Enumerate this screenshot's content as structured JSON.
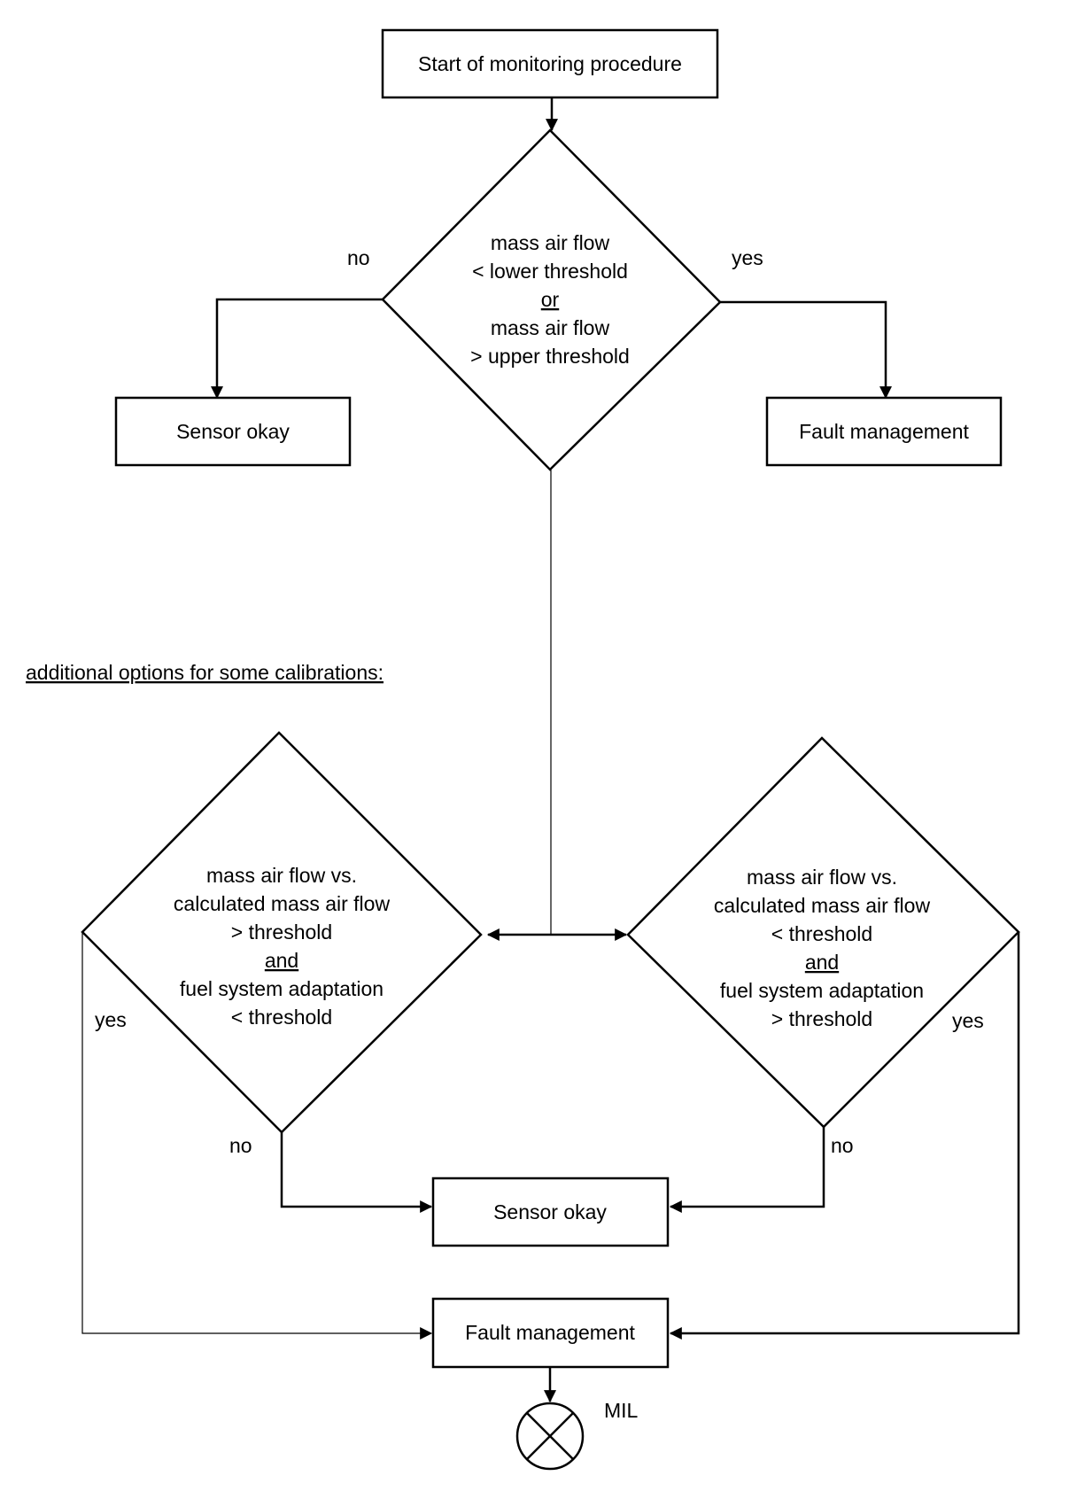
{
  "start": "Start of monitoring procedure",
  "decision_top": {
    "lines": [
      "mass air flow",
      "< lower threshold",
      "or",
      "mass air flow",
      "> upper threshold"
    ],
    "no": "no",
    "yes": "yes"
  },
  "sensor_okay_top": "Sensor okay",
  "fault_management_top": "Fault management",
  "additional_note": "additional options for some calibrations:",
  "decision_left": {
    "lines": [
      "mass air flow vs.",
      "calculated mass air flow",
      "> threshold",
      "and",
      "fuel system adaptation",
      "< threshold"
    ],
    "yes": "yes",
    "no": "no"
  },
  "decision_right": {
    "lines": [
      "mass air flow vs.",
      "calculated mass air flow",
      "< threshold",
      "and",
      "fuel system adaptation",
      "> threshold"
    ],
    "yes": "yes",
    "no": "no"
  },
  "sensor_okay_bottom": "Sensor okay",
  "fault_management_bottom": "Fault management",
  "mil_label": "MIL"
}
